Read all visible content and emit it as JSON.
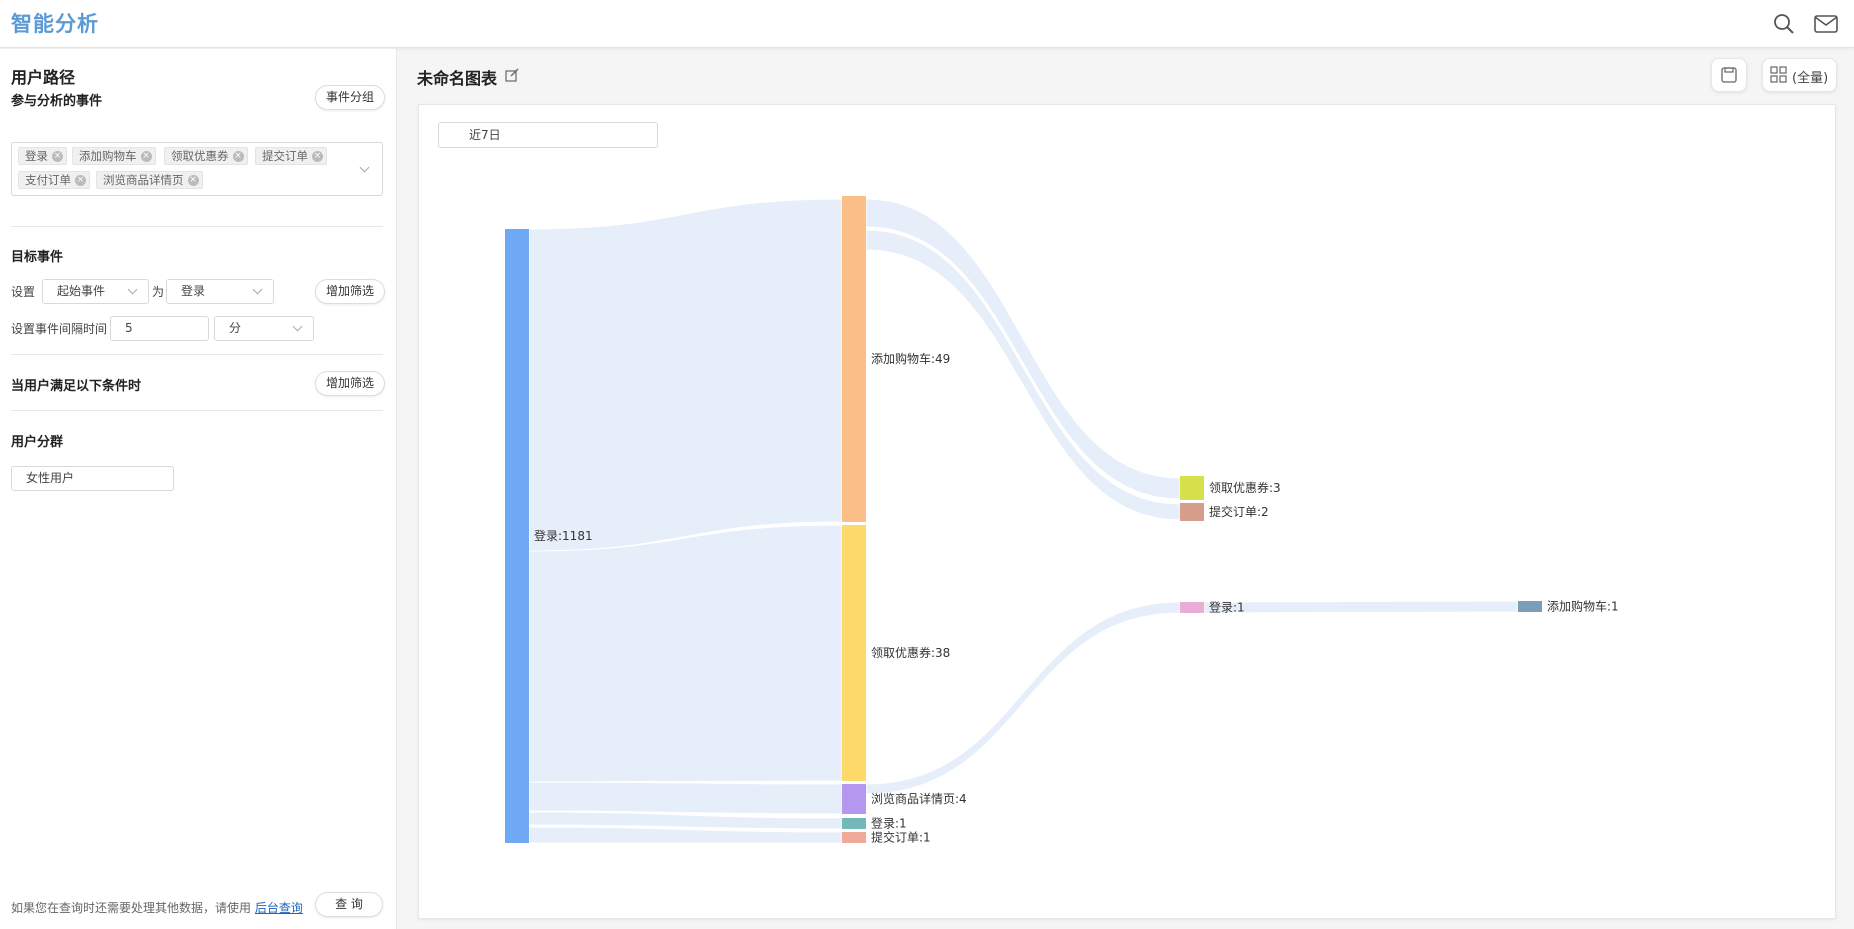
{
  "app": {
    "title": "智能分析"
  },
  "topbar": {
    "icons": [
      "search-icon",
      "mail-icon"
    ]
  },
  "sidebar": {
    "title": "用户路径",
    "events_section": {
      "title": "参与分析的事件",
      "group_button": "事件分组",
      "tags": [
        "登录",
        "添加购物车",
        "领取优惠券",
        "提交订单",
        "支付订单",
        "浏览商品详情页"
      ]
    },
    "target_section": {
      "title": "目标事件",
      "set_label": "设置",
      "event_type": "起始事件",
      "as_label": "为",
      "event_value": "登录",
      "add_filter": "增加筛选",
      "interval_label": "设置事件间隔时间",
      "interval_value": "5",
      "interval_unit": "分"
    },
    "condition_section": {
      "title": "当用户满足以下条件时",
      "add_filter": "增加筛选"
    },
    "segment_section": {
      "title": "用户分群",
      "value": "女性用户"
    },
    "footer": {
      "text": "如果您在查询时还需要处理其他数据，请使用",
      "link": "后台查询",
      "query_button": "查 询"
    }
  },
  "main": {
    "chart_title": "未命名图表",
    "view_label": "(全量)",
    "date_range": "近7日"
  },
  "chart_data": {
    "type": "sankey",
    "nodes": [
      {
        "id": "n0",
        "name": "登录",
        "value": 1181,
        "color": "#6fa8f5"
      },
      {
        "id": "n1",
        "name": "添加购物车",
        "value": 49,
        "color": "#fbbe86"
      },
      {
        "id": "n2",
        "name": "领取优惠券",
        "value": 38,
        "color": "#fdd96b"
      },
      {
        "id": "n3",
        "name": "浏览商品详情页",
        "value": 4,
        "color": "#b498ef"
      },
      {
        "id": "n4",
        "name": "登录",
        "value": 1,
        "color": "#73b7b7"
      },
      {
        "id": "n5",
        "name": "提交订单",
        "value": 1,
        "color": "#f2aa98"
      },
      {
        "id": "n6",
        "name": "领取优惠券",
        "value": 3,
        "color": "#d5e04a"
      },
      {
        "id": "n7",
        "name": "提交订单",
        "value": 2,
        "color": "#d69e8a"
      },
      {
        "id": "n8",
        "name": "登录",
        "value": 1,
        "color": "#e8aed5"
      },
      {
        "id": "n9",
        "name": "添加购物车",
        "value": 1,
        "color": "#7b9eb8"
      }
    ],
    "links": [
      {
        "source": "n0",
        "target": "n1",
        "value": 49
      },
      {
        "source": "n0",
        "target": "n2",
        "value": 38
      },
      {
        "source": "n0",
        "target": "n3",
        "value": 4
      },
      {
        "source": "n0",
        "target": "n4",
        "value": 1
      },
      {
        "source": "n0",
        "target": "n5",
        "value": 1
      },
      {
        "source": "n1",
        "target": "n6",
        "value": 3
      },
      {
        "source": "n1",
        "target": "n7",
        "value": 2
      },
      {
        "source": "n3",
        "target": "n8",
        "value": 1
      },
      {
        "source": "n8",
        "target": "n9",
        "value": 1
      }
    ],
    "link_color": "#e6eef9"
  }
}
